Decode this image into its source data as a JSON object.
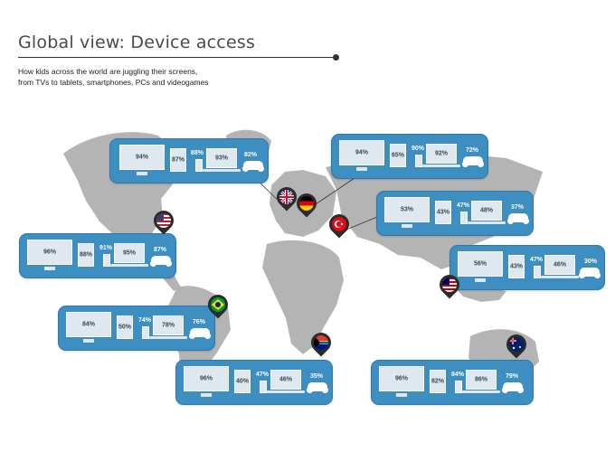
{
  "header": {
    "title": "Global view: Device access",
    "subtitle_line1": "How kids across the world are juggling their screens,",
    "subtitle_line2": "from TVs to tablets, smartphones, PCs and videogames"
  },
  "colors": {
    "map": "#b4b4b4",
    "card": "#3d8fc2",
    "device": "#dfe8ef"
  },
  "countries": [
    {
      "flag": "uk",
      "tv": "94%",
      "tablet": "87%",
      "phone": "88%",
      "pc": "93%",
      "console": "82%"
    },
    {
      "flag": "germany",
      "tv": "94%",
      "tablet": "65%",
      "phone": "90%",
      "pc": "92%",
      "console": "72%"
    },
    {
      "flag": "turkey",
      "tv": "53%",
      "tablet": "43%",
      "phone": "47%",
      "pc": "48%",
      "console": "37%"
    },
    {
      "flag": "usa",
      "tv": "96%",
      "tablet": "88%",
      "phone": "91%",
      "pc": "95%",
      "console": "87%"
    },
    {
      "flag": "malaysia",
      "tv": "56%",
      "tablet": "43%",
      "phone": "47%",
      "pc": "46%",
      "console": "30%"
    },
    {
      "flag": "brazil",
      "tv": "84%",
      "tablet": "50%",
      "phone": "74%",
      "pc": "78%",
      "console": "76%"
    },
    {
      "flag": "south-africa",
      "tv": "96%",
      "tablet": "40%",
      "phone": "47%",
      "pc": "46%",
      "console": "35%"
    },
    {
      "flag": "australia",
      "tv": "96%",
      "tablet": "82%",
      "phone": "84%",
      "pc": "86%",
      "console": "79%"
    }
  ]
}
